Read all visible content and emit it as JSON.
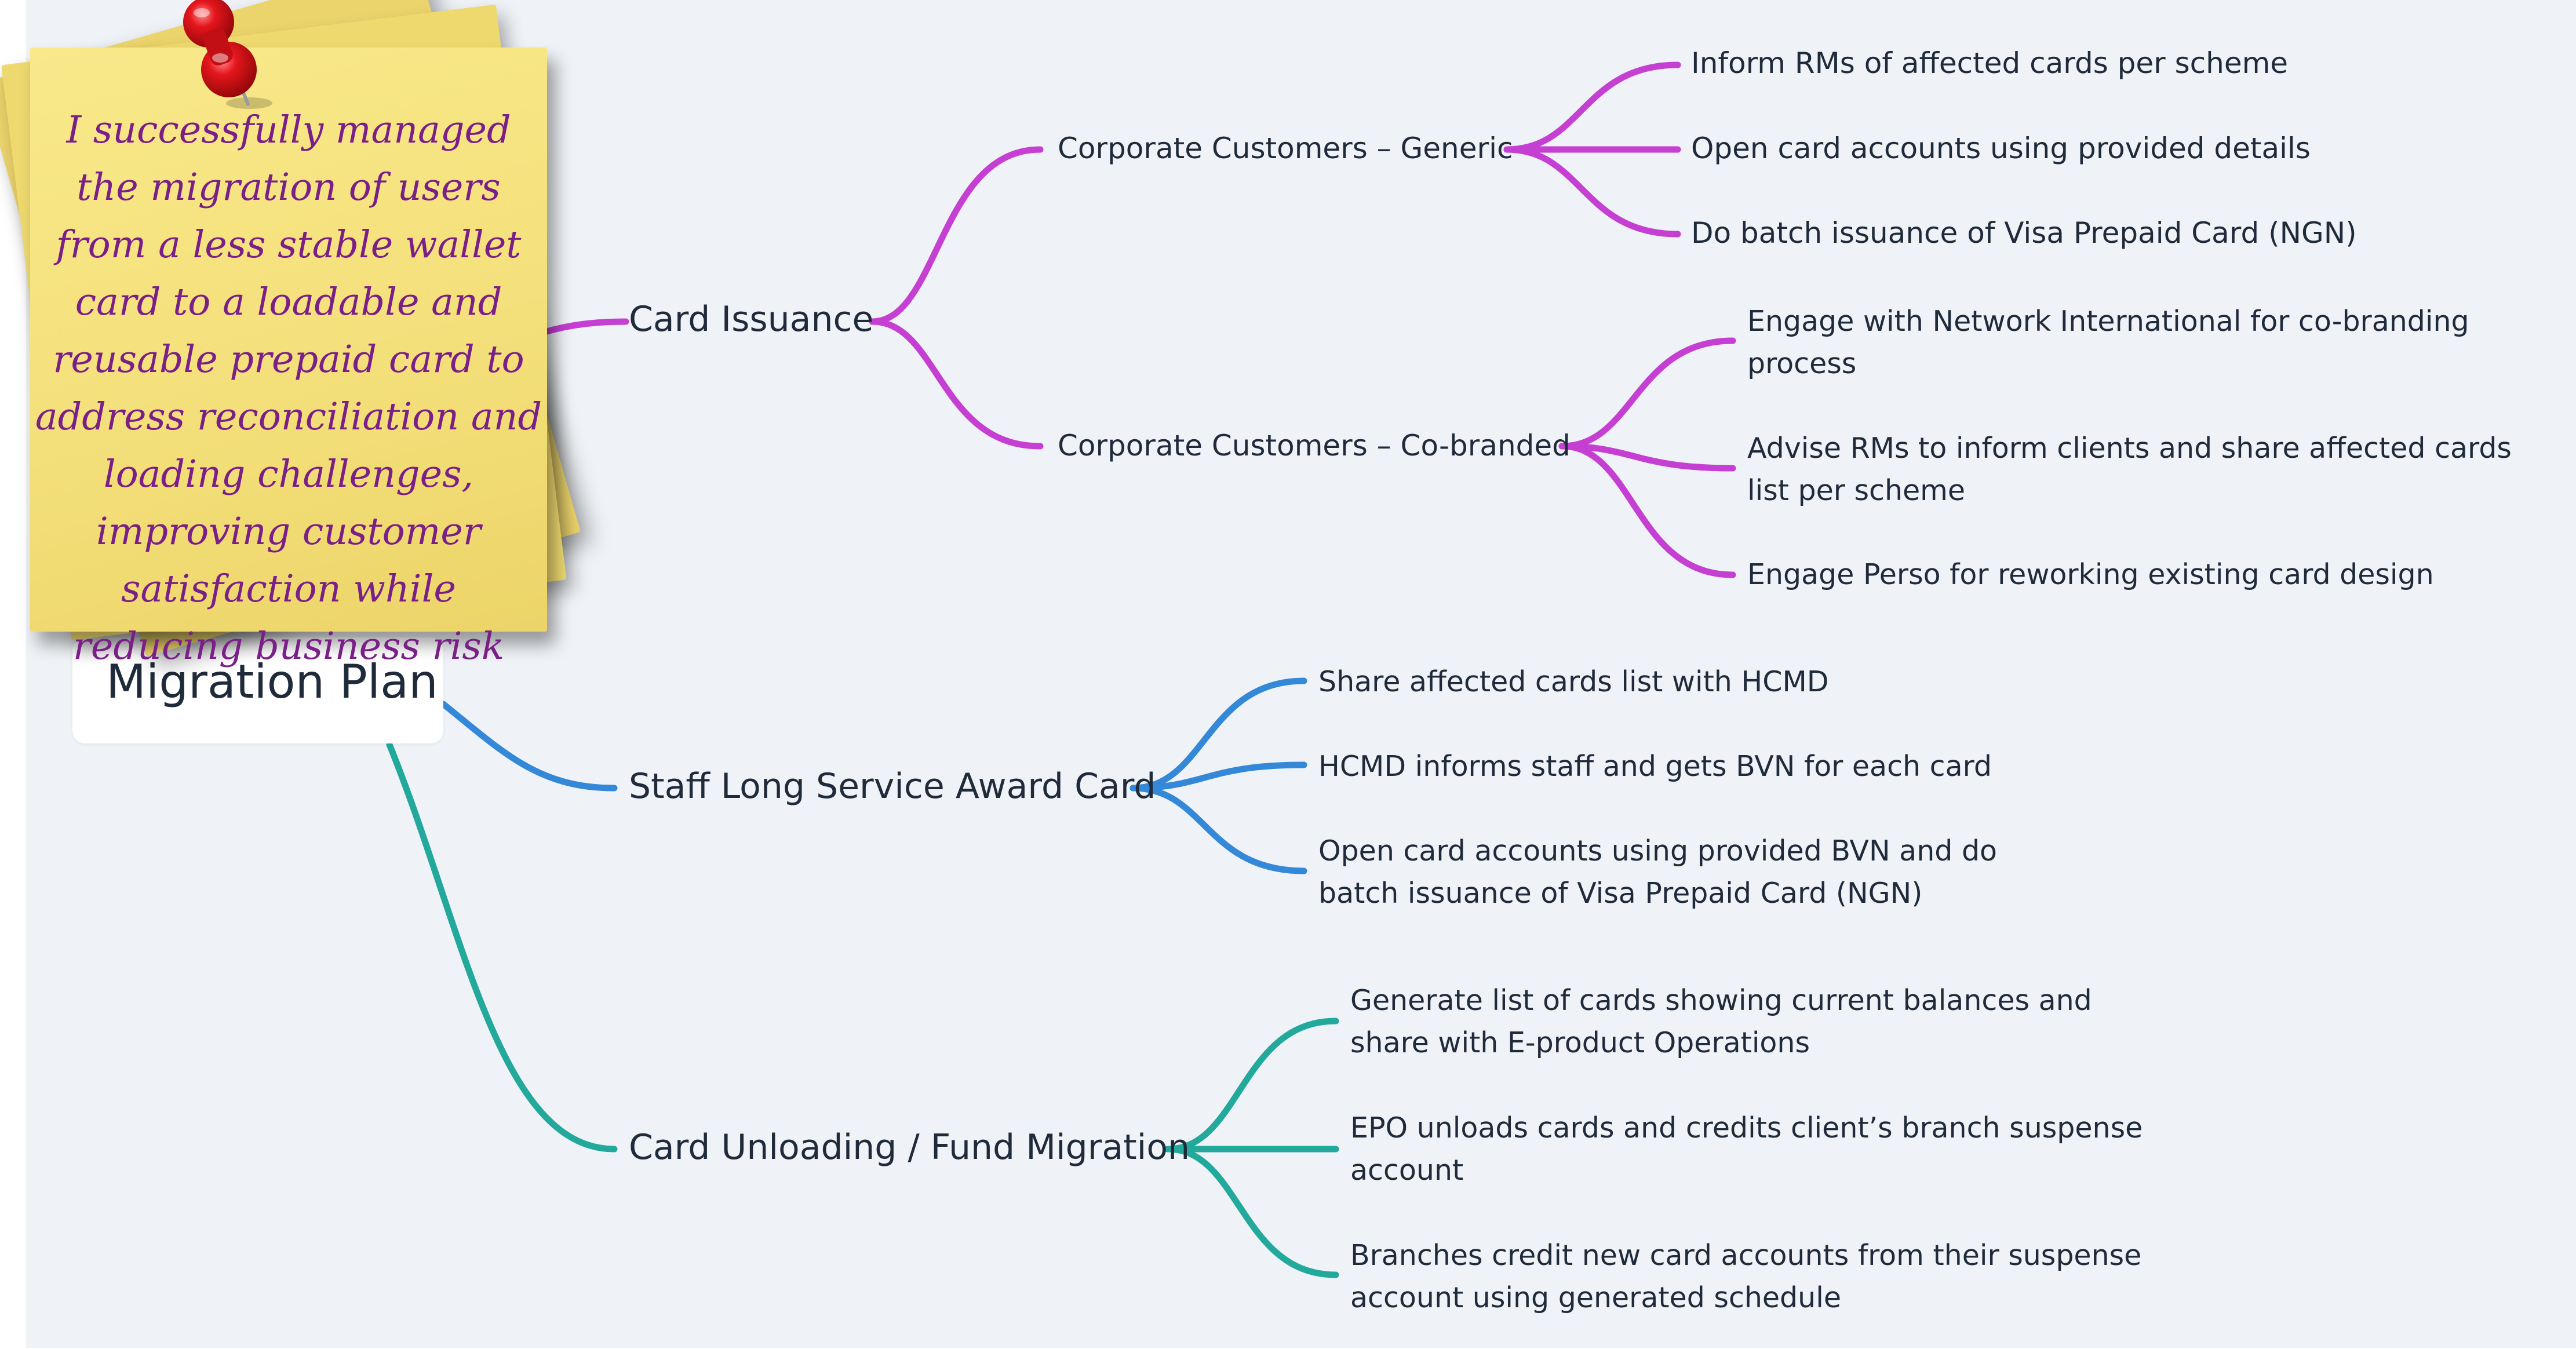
{
  "root": {
    "label": "Migration Plan"
  },
  "sticky_note": {
    "text": "I successfully managed the migration of users from a less stable wallet card to a loadable and reusable prepaid card to address reconciliation and loading challenges, improving customer satisfaction while reducing business risk"
  },
  "colors": {
    "branch_card_issuance": "#c53fd2",
    "branch_staff_award": "#3388d8",
    "branch_unloading": "#22a99c",
    "canvas_background": "#eff2f6",
    "note_text": "#7a1f88",
    "note_paper": "#f4e07b",
    "pin": "#e0131b"
  },
  "icons": [
    "push-pin-icon"
  ],
  "branches": [
    {
      "label": "Card Issuance",
      "children": [
        {
          "label": "Corporate Customers – Generic",
          "children": [
            "Inform RMs of affected cards per scheme",
            "Open card accounts using provided details",
            "Do batch issuance of Visa Prepaid Card (NGN)"
          ]
        },
        {
          "label": "Corporate Customers – Co-branded",
          "children": [
            "Engage with Network International for co-branding process",
            "Advise RMs to inform clients and share affected cards list per scheme",
            "Engage Perso for reworking existing card design"
          ]
        }
      ]
    },
    {
      "label": "Staff Long Service Award Card",
      "children": [
        "Share affected cards list with HCMD",
        "HCMD informs staff and gets BVN for each card",
        "Open card accounts using provided BVN and do batch issuance of Visa Prepaid Card (NGN)"
      ]
    },
    {
      "label": "Card Unloading / Fund Migration",
      "children": [
        "Generate list of cards showing current balances and share with E-product Operations",
        "EPO unloads cards and credits client’s branch suspense account",
        "Branches credit new card accounts from their suspense account using generated schedule"
      ]
    }
  ]
}
